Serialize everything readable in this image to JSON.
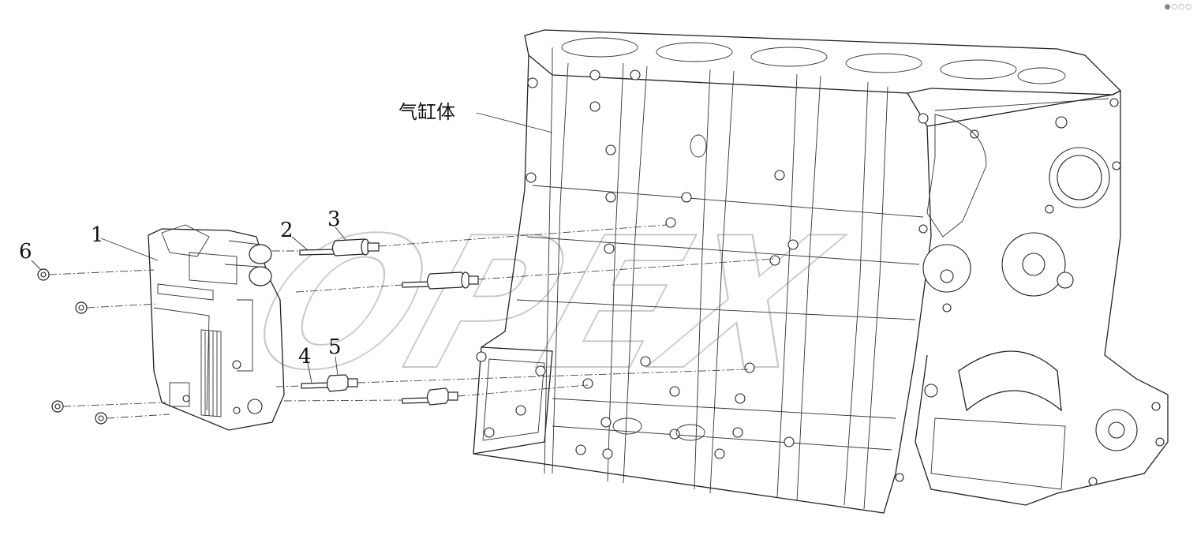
{
  "diagram": {
    "callouts": [
      "1",
      "2",
      "3",
      "4",
      "5",
      "6"
    ],
    "component_label": "气缸体",
    "watermark": "OPEX"
  },
  "icons": {
    "corner": "more-options-icon"
  }
}
